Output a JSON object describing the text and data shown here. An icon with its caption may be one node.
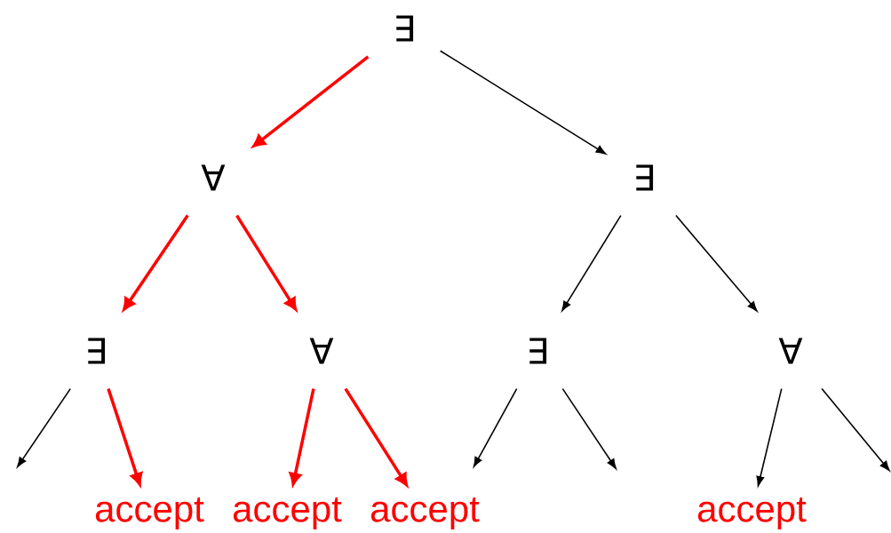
{
  "diagram": {
    "nodes": [
      {
        "text": [
          "∃"
        ]
      },
      {
        "text": [
          "∀"
        ]
      },
      {
        "text": [
          "∃"
        ]
      },
      {
        "text": [
          "∃"
        ]
      },
      {
        "text": [
          "∀"
        ]
      },
      {
        "text": [
          "∃"
        ]
      },
      {
        "text": [
          "∀"
        ]
      },
      {
        "text": [
          "accept"
        ]
      },
      {
        "text": [
          "accept"
        ]
      },
      {
        "text": [
          "accept"
        ]
      },
      {
        "text": [
          "accept"
        ]
      }
    ],
    "edges": [
      {
        "from": 0,
        "to": 1,
        "arrow": "to",
        "style": "thick",
        "color": "#ff0000"
      },
      {
        "from": 0,
        "to": 2,
        "arrow": "to"
      },
      {
        "from": 1,
        "to": 3,
        "arrow": "to",
        "style": "thick",
        "color": "#ff0000"
      },
      {
        "from": 1,
        "to": 4,
        "arrow": "to",
        "style": "thick",
        "color": "#ff0000"
      },
      {
        "from": 2,
        "to": 5,
        "arrow": "to"
      },
      {
        "from": 2,
        "to": 6,
        "arrow": "to"
      },
      {
        "from": 3,
        "to": null,
        "arrow": "to"
      },
      {
        "from": 3,
        "to": 7,
        "arrow": "to",
        "style": "thick",
        "color": "#ff0000"
      },
      {
        "from": 4,
        "to": 8,
        "arrow": "to",
        "style": "thick",
        "color": "#ff0000"
      },
      {
        "from": 4,
        "to": 9,
        "arrow": "to",
        "style": "thick",
        "color": "#ff0000"
      },
      {
        "from": 5,
        "to": null,
        "arrow": "to"
      },
      {
        "from": 5,
        "to": null,
        "arrow": "to"
      },
      {
        "from": 6,
        "to": 10,
        "arrow": "to"
      },
      {
        "from": 6,
        "to": null,
        "arrow": "to"
      }
    ]
  }
}
